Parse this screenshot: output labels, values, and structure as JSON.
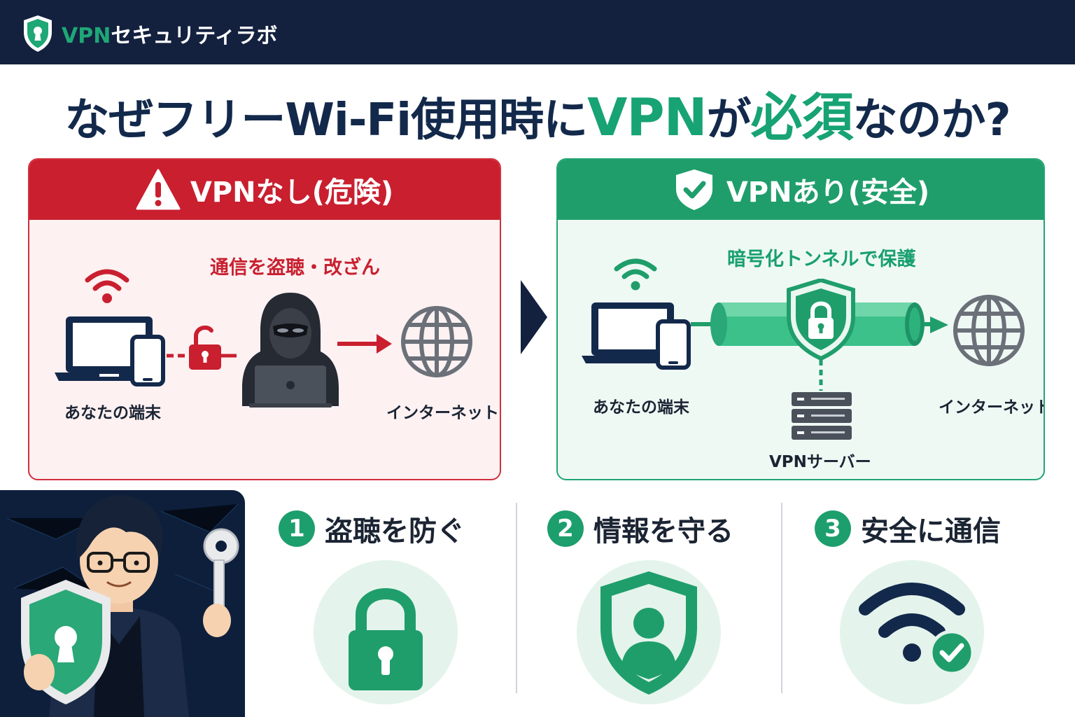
{
  "header": {
    "brand_accent": "VPN",
    "brand_rest": "セキュリティラボ",
    "brand_icon": "shield-keyhole-icon"
  },
  "title": {
    "part1": "なぜフリーWi-Fi使用時に",
    "accent1": "VPN",
    "part2": "が",
    "accent2": "必須",
    "part3": "なのか?"
  },
  "without_vpn": {
    "heading": "VPNなし(危険)",
    "icon": "warning-triangle-icon",
    "threat_label": "通信を盗聴・改ざん",
    "device_label": "あなたの端末",
    "internet_label": "インターネット"
  },
  "with_vpn": {
    "heading": "VPNあり(安全)",
    "icon": "shield-check-icon",
    "tunnel_label": "暗号化トンネルで保護",
    "device_label": "あなたの端末",
    "internet_label": "インターネット",
    "server_label": "VPNサーバー"
  },
  "features": [
    {
      "number": "1",
      "label": "盗聴を防ぐ",
      "icon": "padlock-icon"
    },
    {
      "number": "2",
      "label": "情報を守る",
      "icon": "shield-person-icon"
    },
    {
      "number": "3",
      "label": "安全に通信",
      "icon": "wifi-check-icon"
    }
  ],
  "colors": {
    "navy": "#13213f",
    "danger": "#c91f2f",
    "safe": "#1f9e6b",
    "light_red": "#fdf1f2",
    "light_green": "#eff9f4"
  }
}
